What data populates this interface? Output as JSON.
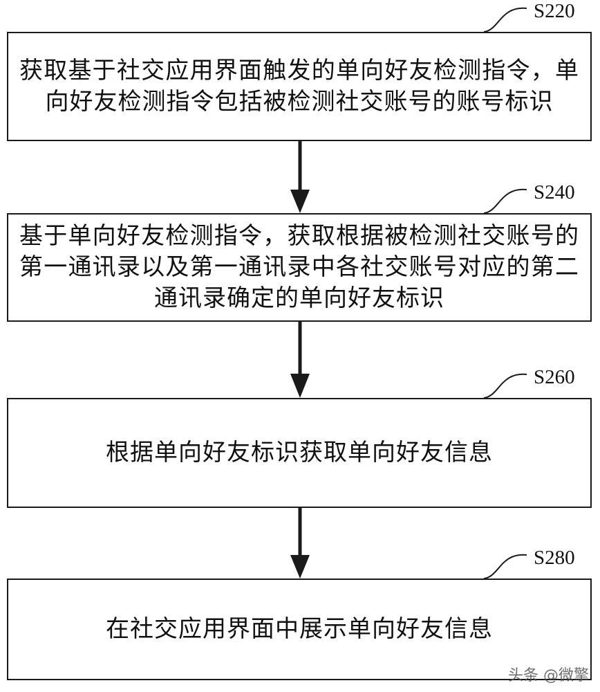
{
  "steps": [
    {
      "label": "S220",
      "text": "获取基于社交应用界面触发的单向好友检测指令，单向好友检测指令包括被检测社交账号的账号标识"
    },
    {
      "label": "S240",
      "text": "基于单向好友检测指令，获取根据被检测社交账号的第一通讯录以及第一通讯录中各社交账号对应的第二通讯录确定的单向好友标识"
    },
    {
      "label": "S260",
      "text": "根据单向好友标识获取单向好友信息"
    },
    {
      "label": "S280",
      "text": "在社交应用界面中展示单向好友信息"
    }
  ],
  "watermark": "头条 @微擎",
  "colors": {
    "stroke": "#1a1a1a",
    "text": "#111111"
  }
}
